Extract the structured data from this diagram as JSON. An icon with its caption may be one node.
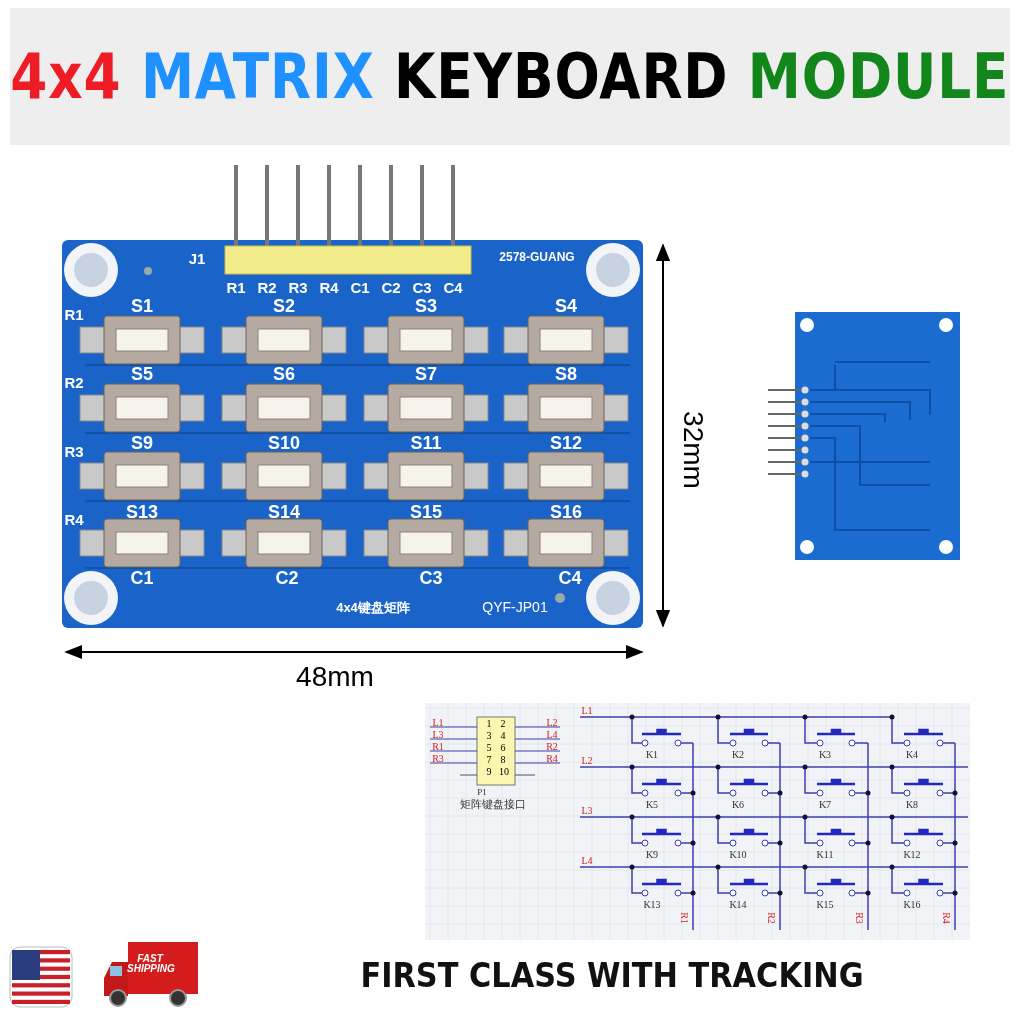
{
  "diagram": {
    "title": "4x4 MATRIX KEYBOARD MODULE",
    "labels": [
      "J1",
      "R1",
      "R2",
      "R3",
      "R4",
      "C1",
      "C2",
      "C3",
      "C4",
      "2578-GUANG",
      "R1",
      "S1",
      "S2",
      "S3",
      "S4",
      "R2",
      "S5",
      "S6",
      "S7",
      "S8",
      "R3",
      "S9",
      "S10",
      "S11",
      "S12",
      "R4",
      "S13",
      "S14",
      "S15",
      "S16",
      "C1",
      "C2",
      "C3",
      "C4",
      "4x4键盘矩阵",
      "QYF-JP01",
      "32mm",
      "48mm",
      "L1",
      "1",
      "2",
      "L2",
      "L3",
      "3",
      "4",
      "L4",
      "R1",
      "5",
      "6",
      "R2",
      "R3",
      "7",
      "8",
      "R4",
      "9",
      "10",
      "P1",
      "矩阵键盘接口",
      "L1",
      "K1",
      "K2",
      "K3",
      "K4",
      "L2",
      "K5",
      "K6",
      "K7",
      "K8",
      "L3",
      "K9",
      "K10",
      "K11",
      "K12",
      "L4",
      "K13",
      "K14",
      "K15",
      "K16",
      "R1",
      "R2",
      "R3",
      "R4",
      "FAST SHIPPING",
      "FIRST CLASS WITH TRACKING"
    ]
  }
}
